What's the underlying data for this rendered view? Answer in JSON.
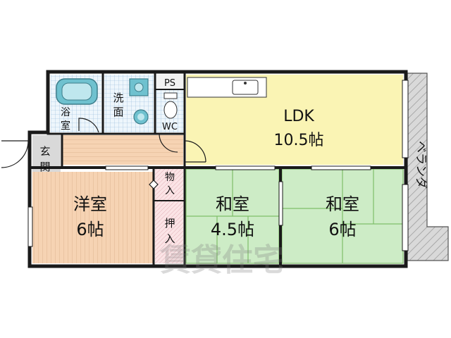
{
  "rooms": {
    "bath": "浴室",
    "washroom": "洗面",
    "ps": "PS",
    "wc": "WC",
    "ldk_name": "LDK",
    "ldk_size": "10.5帖",
    "entrance": "玄関",
    "storage_top": "物入",
    "closet": "押入",
    "western_name": "洋室",
    "western_size": "6帖",
    "japanese1_name": "和室",
    "japanese1_size": "4.5帖",
    "japanese2_name": "和室",
    "japanese2_size": "6帖",
    "balcony": "ベランダ"
  },
  "watermark": "賃貸住宅",
  "colors": {
    "ldk": "#faf4b4",
    "wood": "#f6d3b3",
    "tatami": "#cdecc6",
    "tatami_border": "#7fbf6a",
    "wet": "#e7f2fa",
    "tile": "#8fb8d8",
    "closet": "#f8dde0",
    "balcony": "#cfcfcf",
    "wall": "#1a1a1a"
  }
}
